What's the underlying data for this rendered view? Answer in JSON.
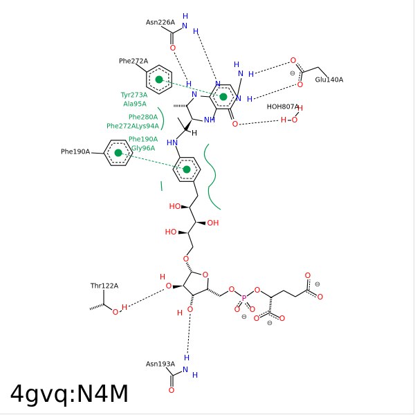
{
  "title": "4gvq:N4M",
  "residues": {
    "asn226": "Asn226A",
    "phe272": "Phe272A",
    "glu140": "Glu140A",
    "hoh807": "HOH807A",
    "phe190": "Phe190A",
    "thr122": "Thr122A",
    "asn193": "Asn193A"
  },
  "hydrophobic_contacts": [
    "Tyr273A",
    "Ala95A",
    "Phe280A",
    "Phe272ALys94A",
    "Phe190A",
    "Gly96A"
  ],
  "atoms": {
    "N": "N",
    "NH": "NH",
    "HN": "HN",
    "H": "H",
    "O": "O",
    "HO": "HO",
    "OH": "OH",
    "P": "P",
    "minus": "⊖"
  },
  "colors": {
    "nitrogen": "#0000ff",
    "oxygen": "#ff0000",
    "phosphorus": "#cc0077",
    "hydrophobic": "#009A4E",
    "pi_stacking": "#009A4E"
  }
}
